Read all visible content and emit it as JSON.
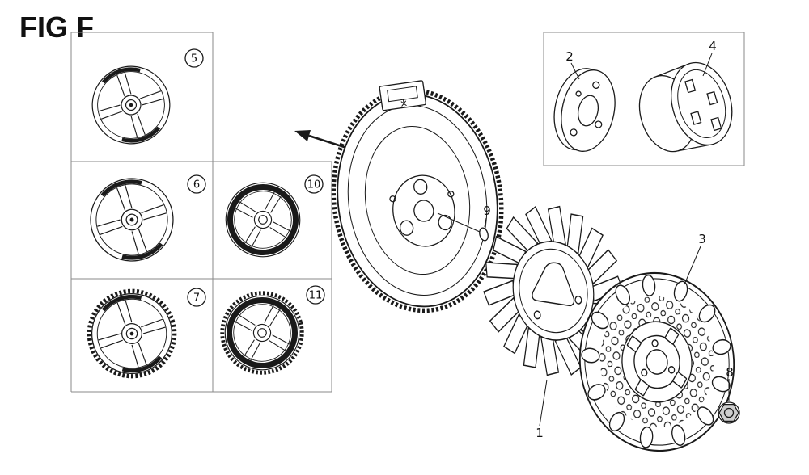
{
  "figure": {
    "title": "FIG F"
  },
  "callouts": {
    "c1": "1",
    "c2": "2",
    "c3": "3",
    "c4": "4",
    "c5": "5",
    "c6": "6",
    "c7": "7",
    "c8": "8",
    "c9": "9",
    "c10": "10",
    "c11": "11"
  },
  "colors": {
    "line": "#1a1a1a",
    "grid_line": "#8a8a8a",
    "background": "#ffffff"
  }
}
